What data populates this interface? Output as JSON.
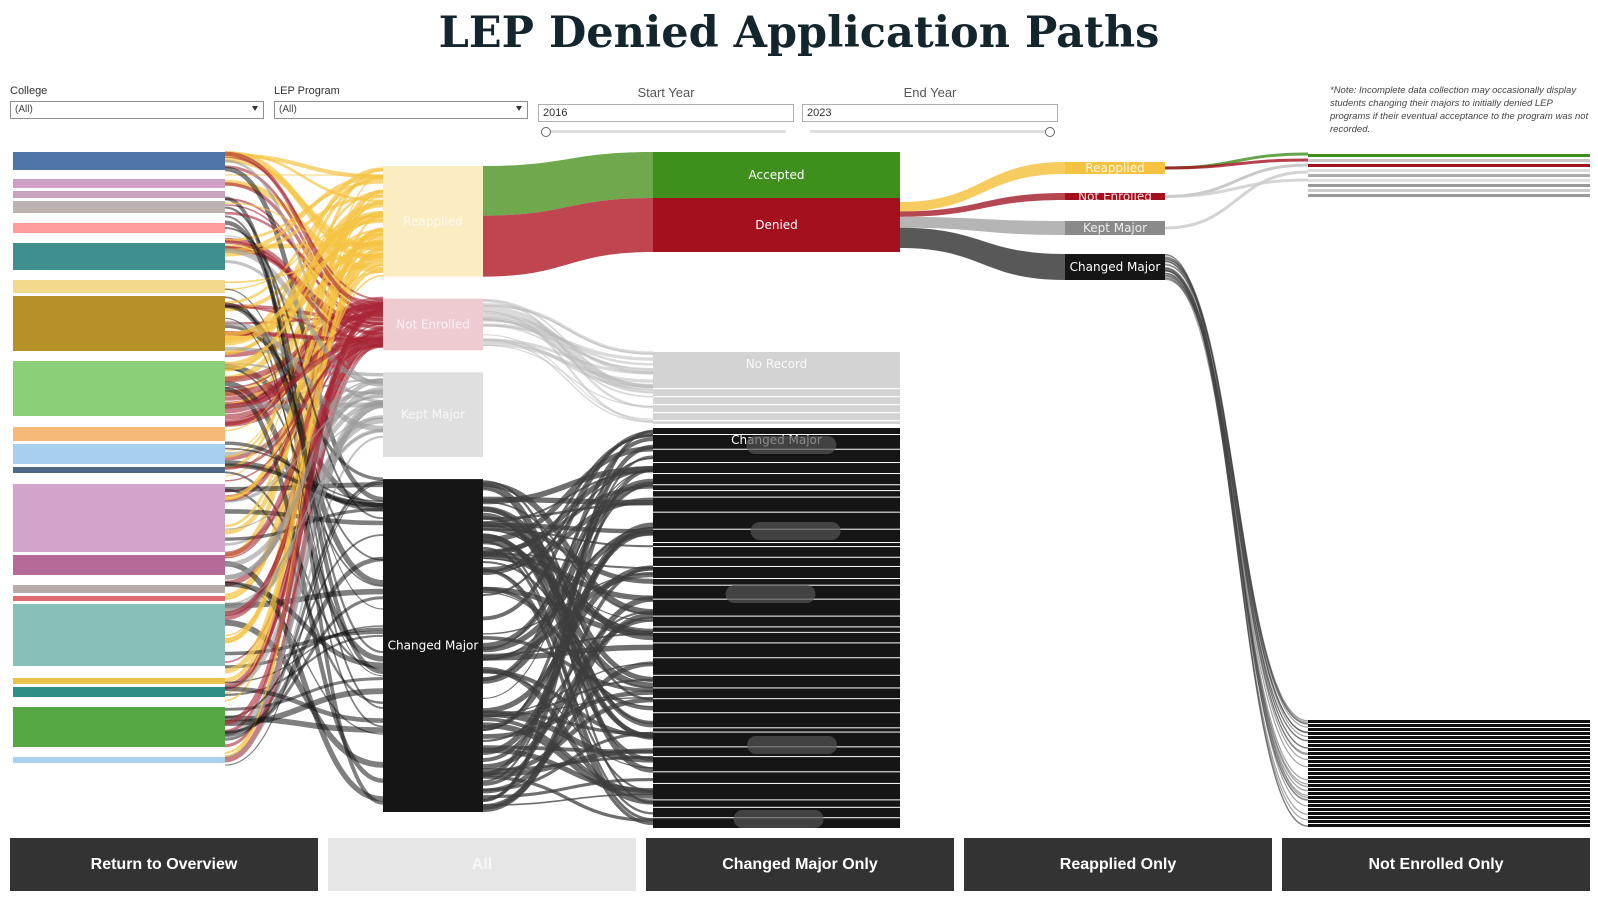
{
  "page": {
    "title": "LEP Denied Application Paths",
    "note": "*Note: Incomplete data collection may occasionally display students changing their majors to initially denied LEP programs if their eventual acceptance to the program was not recorded."
  },
  "filters": {
    "college": {
      "label": "College",
      "value": "(All)"
    },
    "lep_program": {
      "label": "LEP Program",
      "value": "(All)"
    },
    "start_year": {
      "label": "Start Year",
      "value": "2016"
    },
    "end_year": {
      "label": "End Year",
      "value": "2023"
    }
  },
  "buttons": [
    {
      "label": "Return to Overview",
      "active": false
    },
    {
      "label": "All",
      "active": true
    },
    {
      "label": "Changed Major Only",
      "active": false
    },
    {
      "label": "Reapplied Only",
      "active": false
    },
    {
      "label": "Not Enrolled Only",
      "active": false
    }
  ],
  "colors": {
    "reapplied": "#f5c342",
    "accepted": "#3f8f1d",
    "denied": "#a4101e",
    "not_enrolled_link": "#a82735",
    "kept_major": "#a3a3a3",
    "changed_major": "#151515",
    "no_record": "#d3d3d3"
  },
  "chart_data": {
    "type": "sankey",
    "title": "LEP Denied Application Paths",
    "stage1_nodes": [
      {
        "label": "Reapplied",
        "value": 107
      },
      {
        "label": "Not Enrolled",
        "value": 50
      },
      {
        "label": "Kept Major",
        "value": 82
      },
      {
        "label": "Changed Major",
        "value": 322
      }
    ],
    "stage2_nodes": [
      {
        "label": "Accepted",
        "value": 48
      },
      {
        "label": "Denied",
        "value": 59
      },
      {
        "label": "No Record",
        "value": 77
      },
      {
        "label": "Changed Major",
        "value": 400
      }
    ],
    "stage3_nodes": [
      {
        "label": "Reapplied",
        "value": 12
      },
      {
        "label": "Not Enrolled",
        "value": 7
      },
      {
        "label": "Kept Major",
        "value": 14
      },
      {
        "label": "Changed Major",
        "value": 26
      }
    ],
    "reapplied_outcome_links": [
      {
        "from": "Reapplied",
        "to": "Accepted",
        "value": 48
      },
      {
        "from": "Reapplied",
        "to": "Denied",
        "value": 59
      }
    ],
    "denied_path_links": [
      {
        "from": "Denied",
        "to": "Reapplied",
        "value": 12
      },
      {
        "from": "Denied",
        "to": "Not Enrolled",
        "value": 7
      },
      {
        "from": "Denied",
        "to": "Kept Major",
        "value": 14
      },
      {
        "from": "Denied",
        "to": "Changed Major",
        "value": 26
      }
    ]
  }
}
